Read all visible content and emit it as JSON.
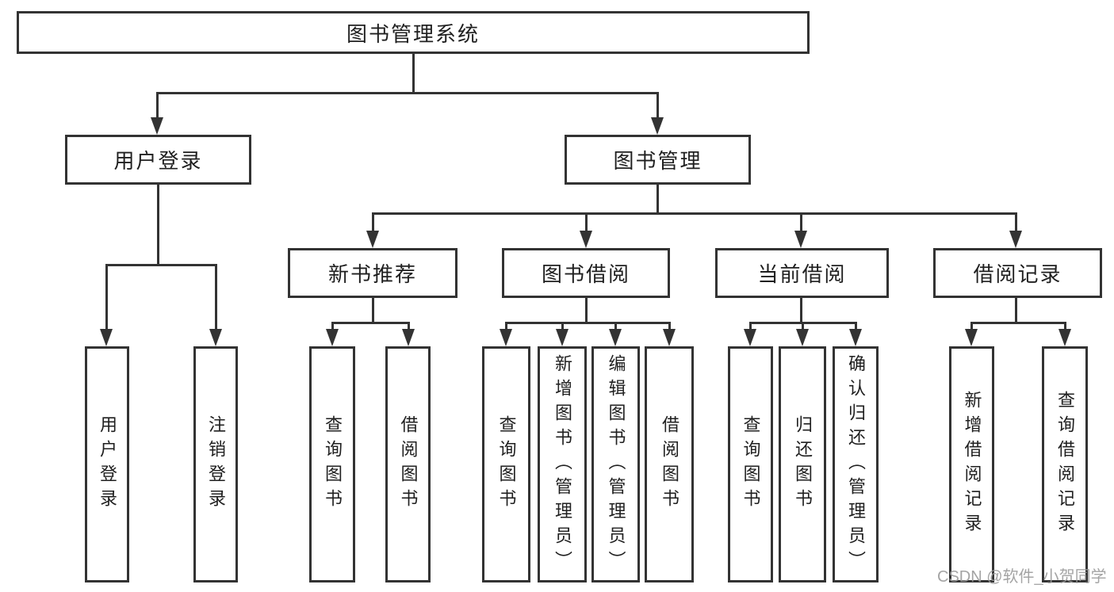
{
  "diagram": {
    "root": {
      "label": "图书管理系统"
    },
    "level2": [
      {
        "label": "用户登录"
      },
      {
        "label": "图书管理"
      }
    ],
    "level3": [
      {
        "label": "新书推荐"
      },
      {
        "label": "图书借阅"
      },
      {
        "label": "当前借阅"
      },
      {
        "label": "借阅记录"
      }
    ],
    "leaves": {
      "user_login": [
        {
          "label": "用户登录"
        },
        {
          "label": "注销登录"
        }
      ],
      "new_book": [
        {
          "label": "查询图书"
        },
        {
          "label": "借阅图书"
        }
      ],
      "book_borrow": [
        {
          "label": "查询图书"
        },
        {
          "label": "新增图书（管理员）"
        },
        {
          "label": "编辑图书（管理员）"
        },
        {
          "label": "借阅图书"
        }
      ],
      "current_borrow": [
        {
          "label": "查询图书"
        },
        {
          "label": "归还图书"
        },
        {
          "label": "确认归还（管理员）"
        }
      ],
      "borrow_records": [
        {
          "label": "新增借阅记录"
        },
        {
          "label": "查询借阅记录"
        }
      ]
    }
  },
  "watermark": {
    "text": "CSDN @软件_小贺同学"
  },
  "colors": {
    "line": "#333333",
    "box_bg": "#ffffff",
    "text": "#1f1f1f",
    "background": "#ffffff",
    "watermark": "#9b9b9b"
  }
}
